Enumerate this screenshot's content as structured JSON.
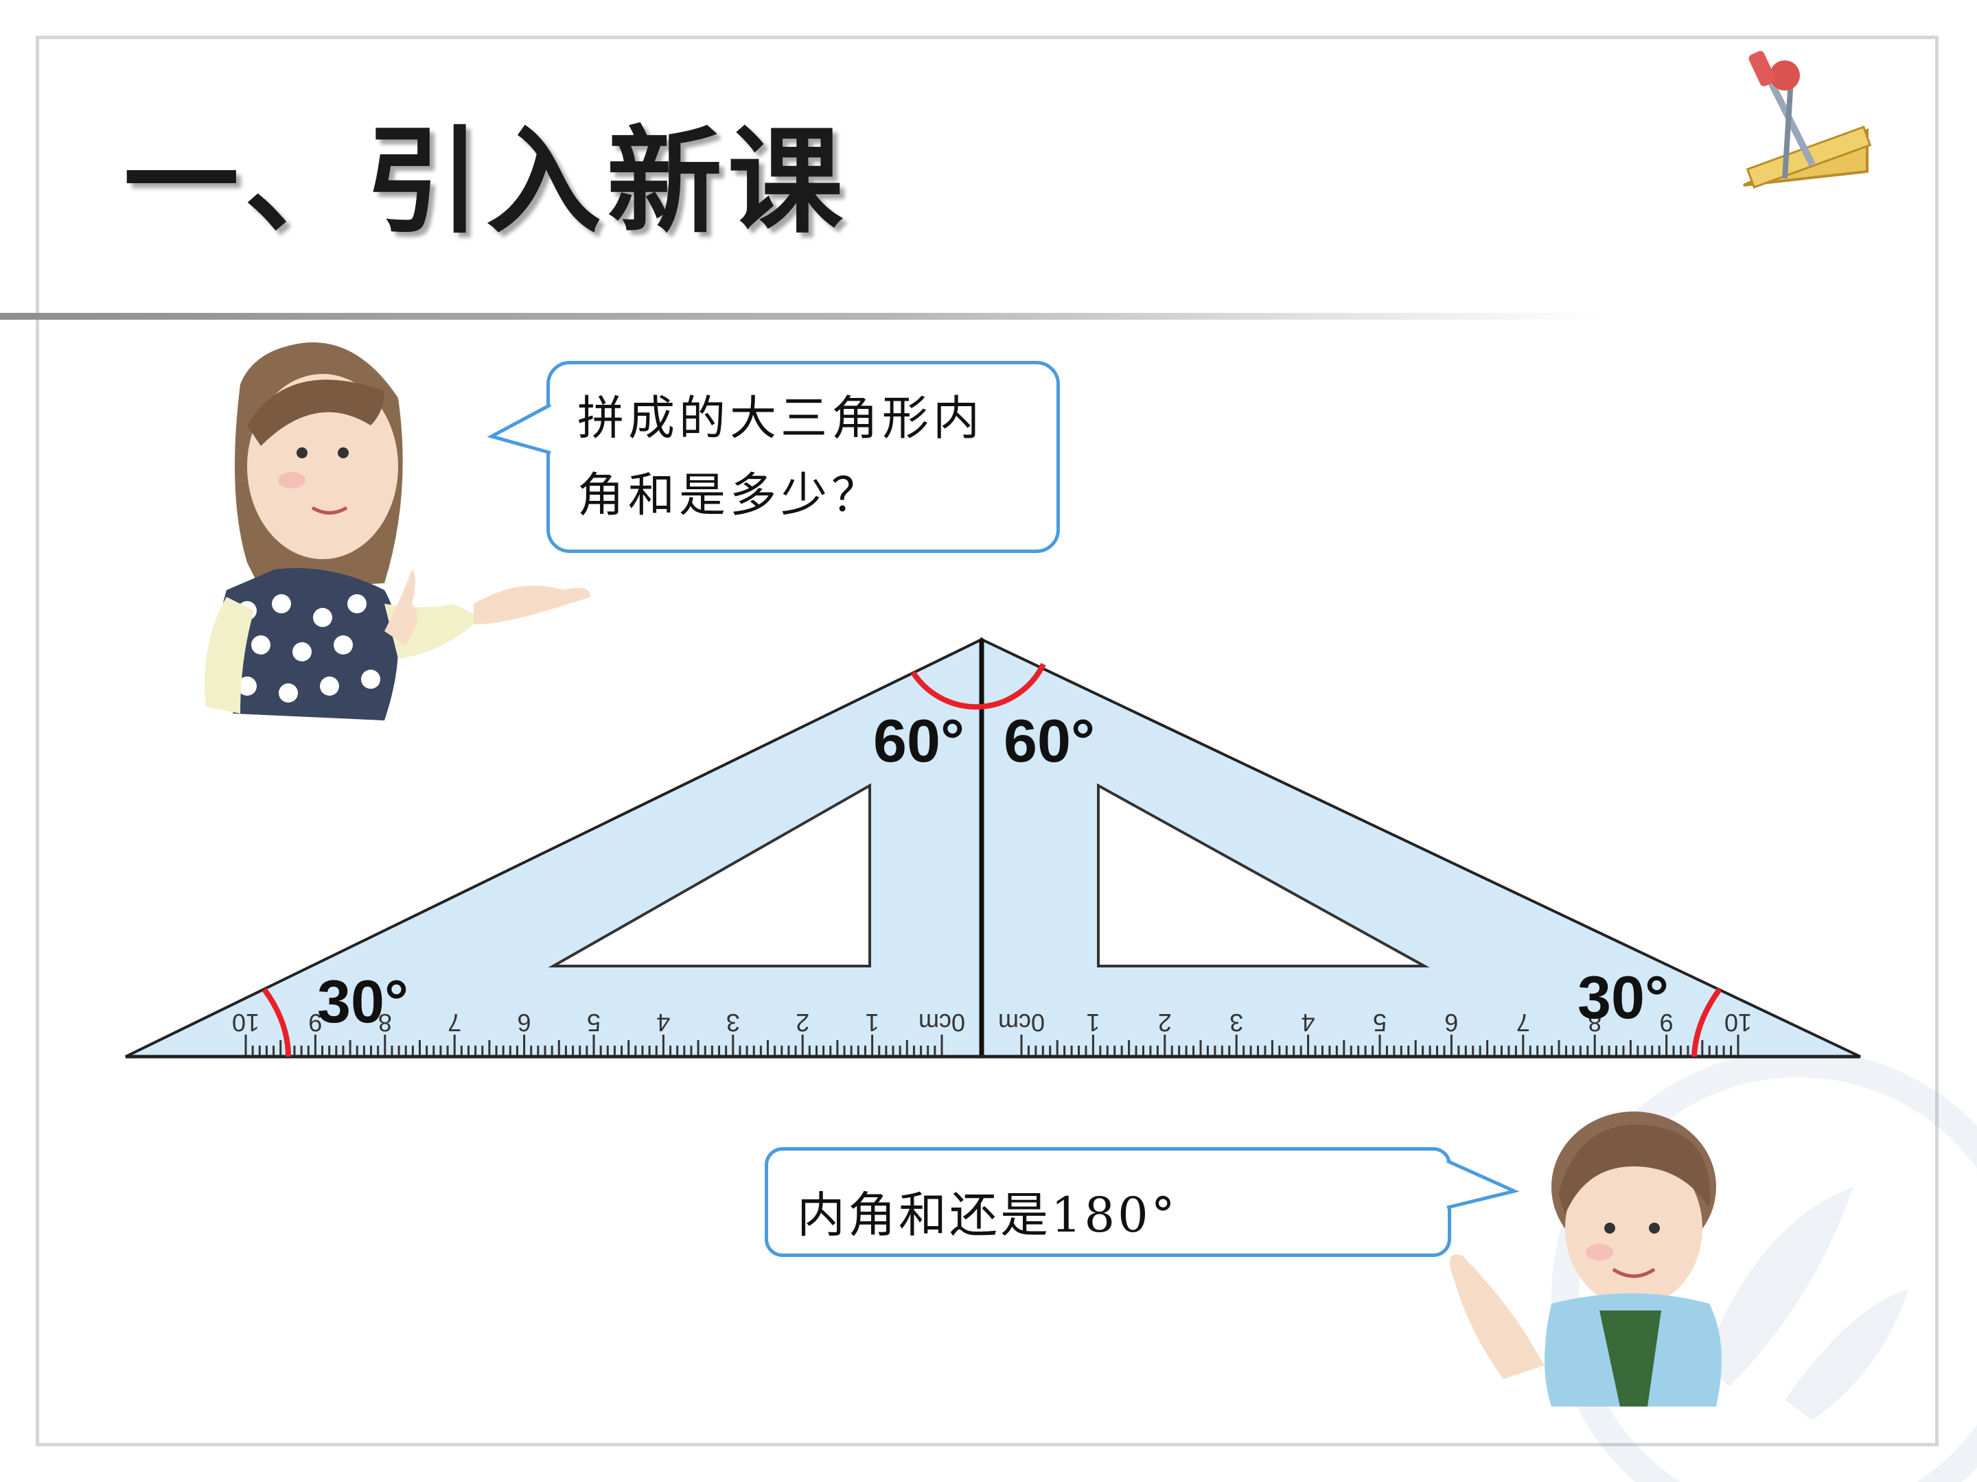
{
  "slide": {
    "title": "一、引入新课"
  },
  "teacher_bubble": {
    "lines": [
      "拼成的大三角形内",
      "角和是多少？"
    ]
  },
  "student_bubble": {
    "text": "内角和还是180°"
  },
  "angles": {
    "left_top": "60°",
    "right_top": "60°",
    "left_bottom": "30°",
    "right_bottom": "30°"
  },
  "rulers": {
    "left_labels": [
      "10",
      "9",
      "8",
      "7",
      "6",
      "5",
      "4",
      "3",
      "2",
      "1",
      "0cm"
    ],
    "right_labels": [
      "0cm",
      "1",
      "2",
      "3",
      "4",
      "5",
      "6",
      "7",
      "8",
      "9",
      "10"
    ]
  },
  "colors": {
    "triangle_fill": "#d3e9f7",
    "angle_arc": "#e8202a",
    "bubble_border": "#4a9be0"
  },
  "icons": {
    "corner": "geometry-tools-icon",
    "teacher": "teacher-illustration",
    "student": "student-illustration"
  }
}
